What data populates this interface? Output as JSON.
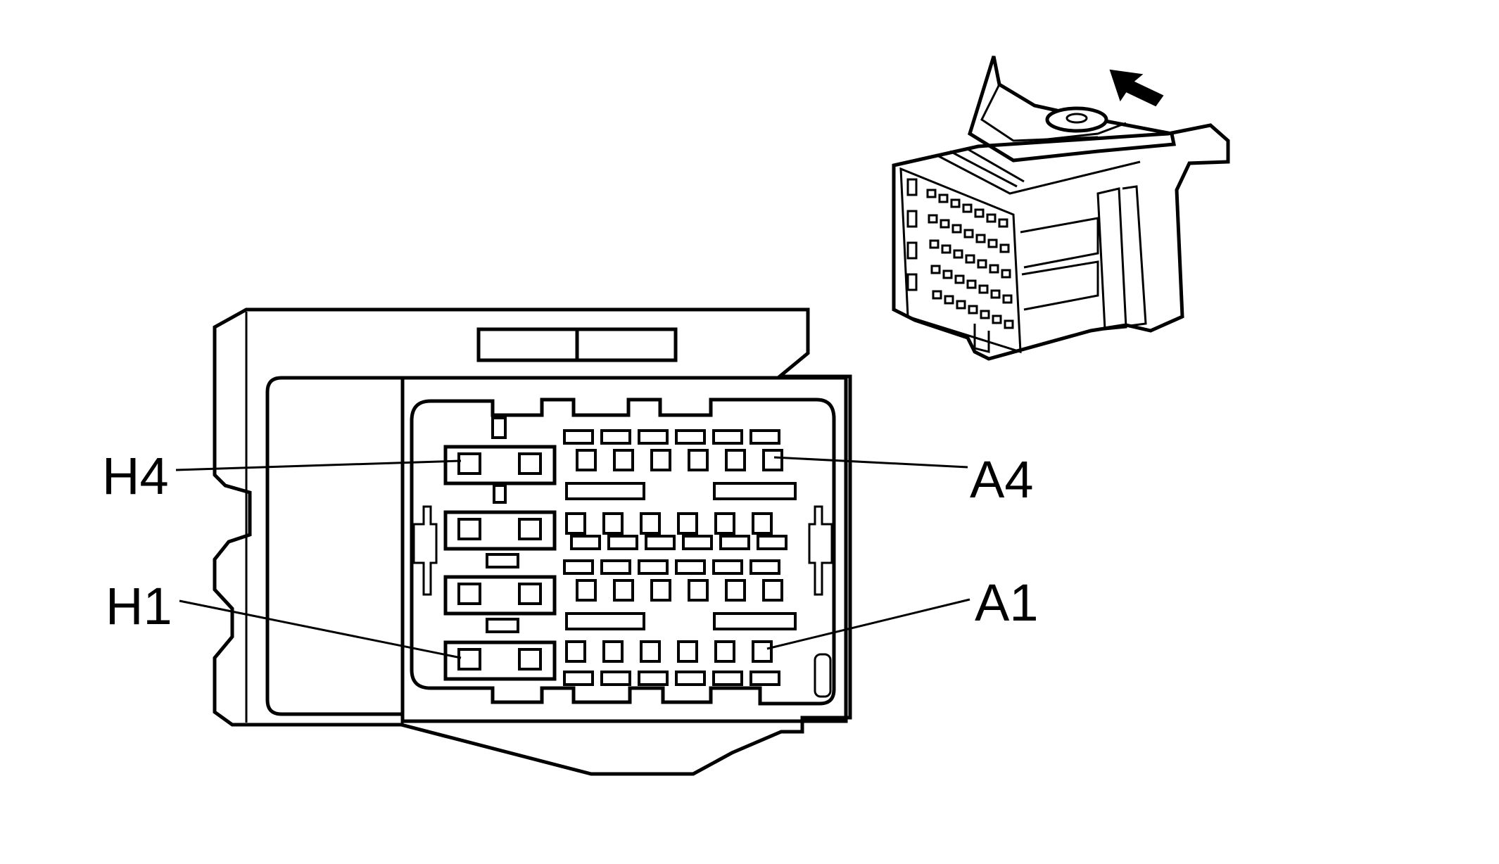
{
  "diagram": {
    "labels": {
      "h4": "H4",
      "h1": "H1",
      "a4": "A4",
      "a1": "A1"
    },
    "colors": {
      "line": "#000000",
      "background": "#ffffff"
    },
    "icons": {
      "direction_arrow": "arrow-up-left-icon"
    }
  }
}
